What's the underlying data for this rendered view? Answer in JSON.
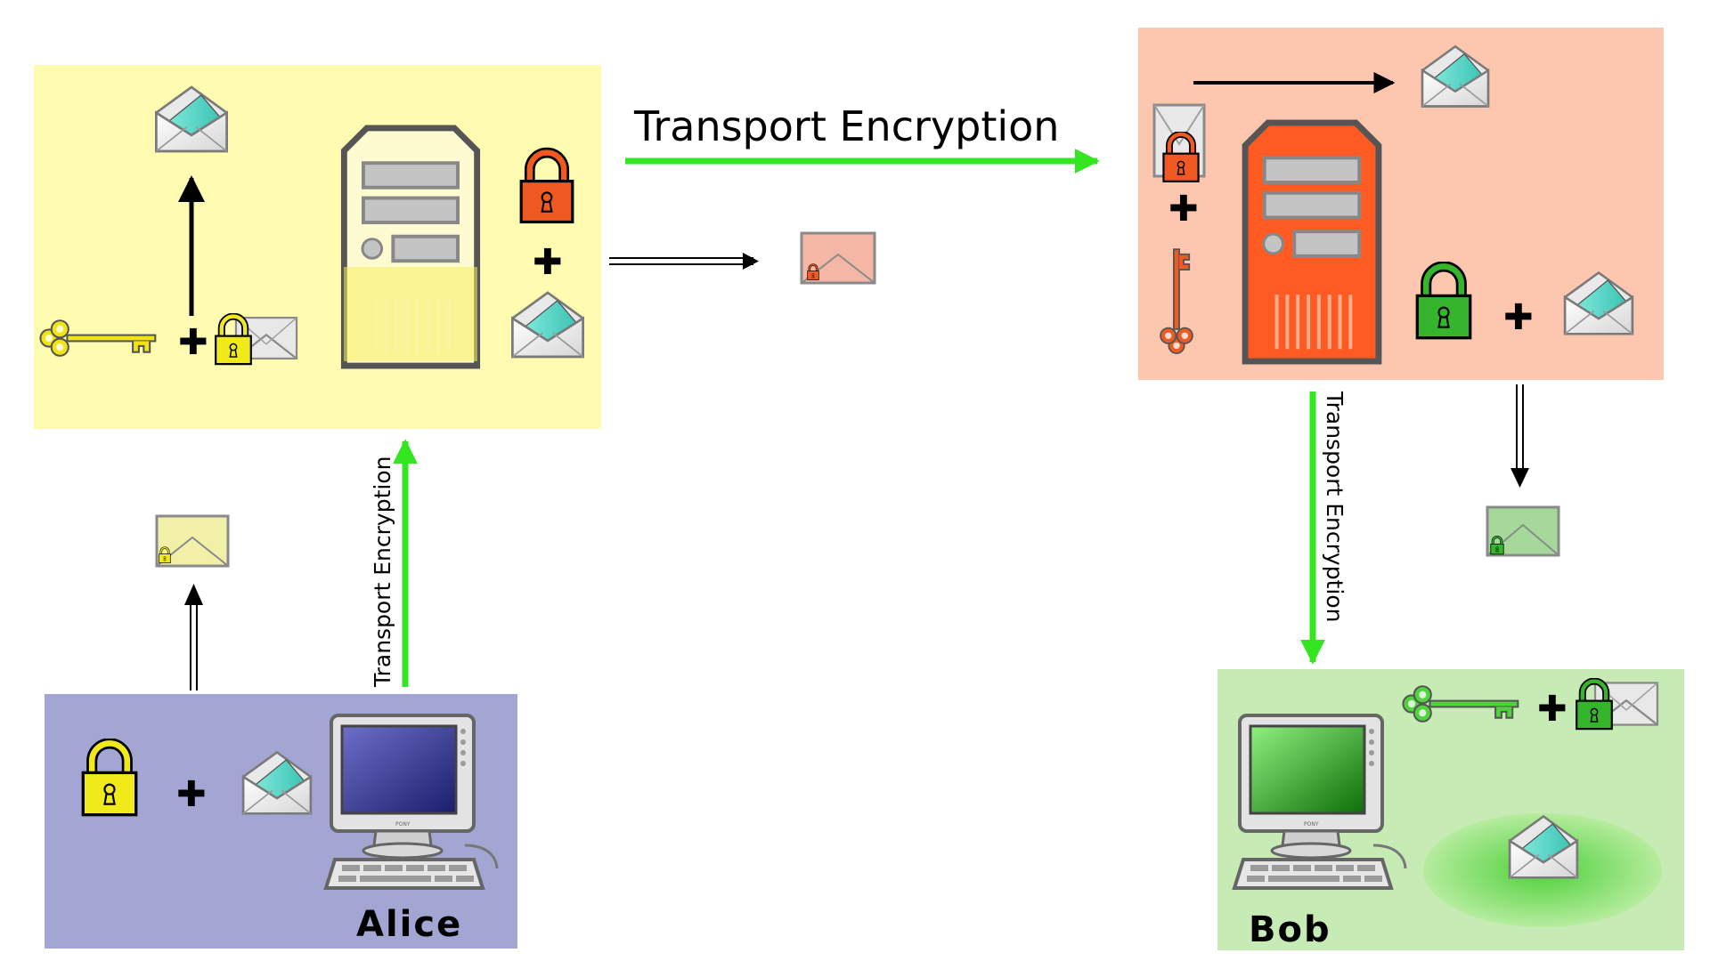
{
  "labels": {
    "transport_top": "Transport Encryption",
    "transport_left": "Transport Encryption",
    "transport_right": "Transport Encryption",
    "alice": "Alice",
    "bob": "Bob",
    "monitor_brand": "PONY"
  },
  "plus_sign": "✚",
  "colors": {
    "alice_server_bg": "#fffbb0",
    "bob_server_bg": "#fcc7ae",
    "alice_client_bg": "#a3a5d2",
    "bob_client_bg": "#c7ebb5",
    "transport_arrow": "#33e620",
    "alice_lock": "#f1ea1a",
    "server_lock": "#f05a22",
    "bob_lock": "#35b52b",
    "alice_key": "#efe414",
    "server_key": "#f05a22",
    "bob_key": "#4fd43c"
  },
  "icons": {
    "envelope": "envelope-icon",
    "lock": "padlock-icon",
    "key": "key-icon",
    "server": "server-tower-icon",
    "computer": "desktop-computer-icon",
    "arrow": "arrow-icon"
  }
}
